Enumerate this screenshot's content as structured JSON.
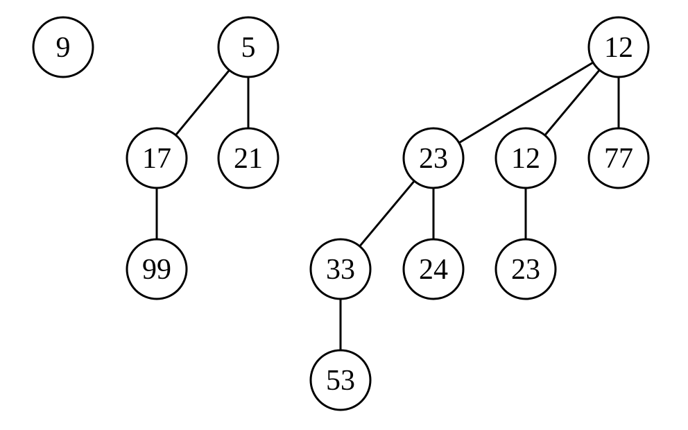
{
  "diagram": {
    "type": "binomial-heap-forest",
    "colors": {
      "stroke": "#000000",
      "fill": "#ffffff",
      "text": "#000000"
    },
    "trees": [
      {
        "root": {
          "id": "n9",
          "label": "9",
          "children": []
        }
      },
      {
        "root": {
          "id": "n5",
          "label": "5",
          "children": [
            {
              "id": "n17",
              "label": "17",
              "children": [
                {
                  "id": "n99",
                  "label": "99",
                  "children": []
                }
              ]
            },
            {
              "id": "n21",
              "label": "21",
              "children": []
            }
          ]
        }
      },
      {
        "root": {
          "id": "n12a",
          "label": "12",
          "children": [
            {
              "id": "n23a",
              "label": "23",
              "children": [
                {
                  "id": "n33",
                  "label": "33",
                  "children": [
                    {
                      "id": "n53",
                      "label": "53",
                      "children": []
                    }
                  ]
                },
                {
                  "id": "n24",
                  "label": "24",
                  "children": []
                }
              ]
            },
            {
              "id": "n12b",
              "label": "12",
              "children": [
                {
                  "id": "n23b",
                  "label": "23",
                  "children": []
                }
              ]
            },
            {
              "id": "n77",
              "label": "77",
              "children": []
            }
          ]
        }
      }
    ]
  }
}
